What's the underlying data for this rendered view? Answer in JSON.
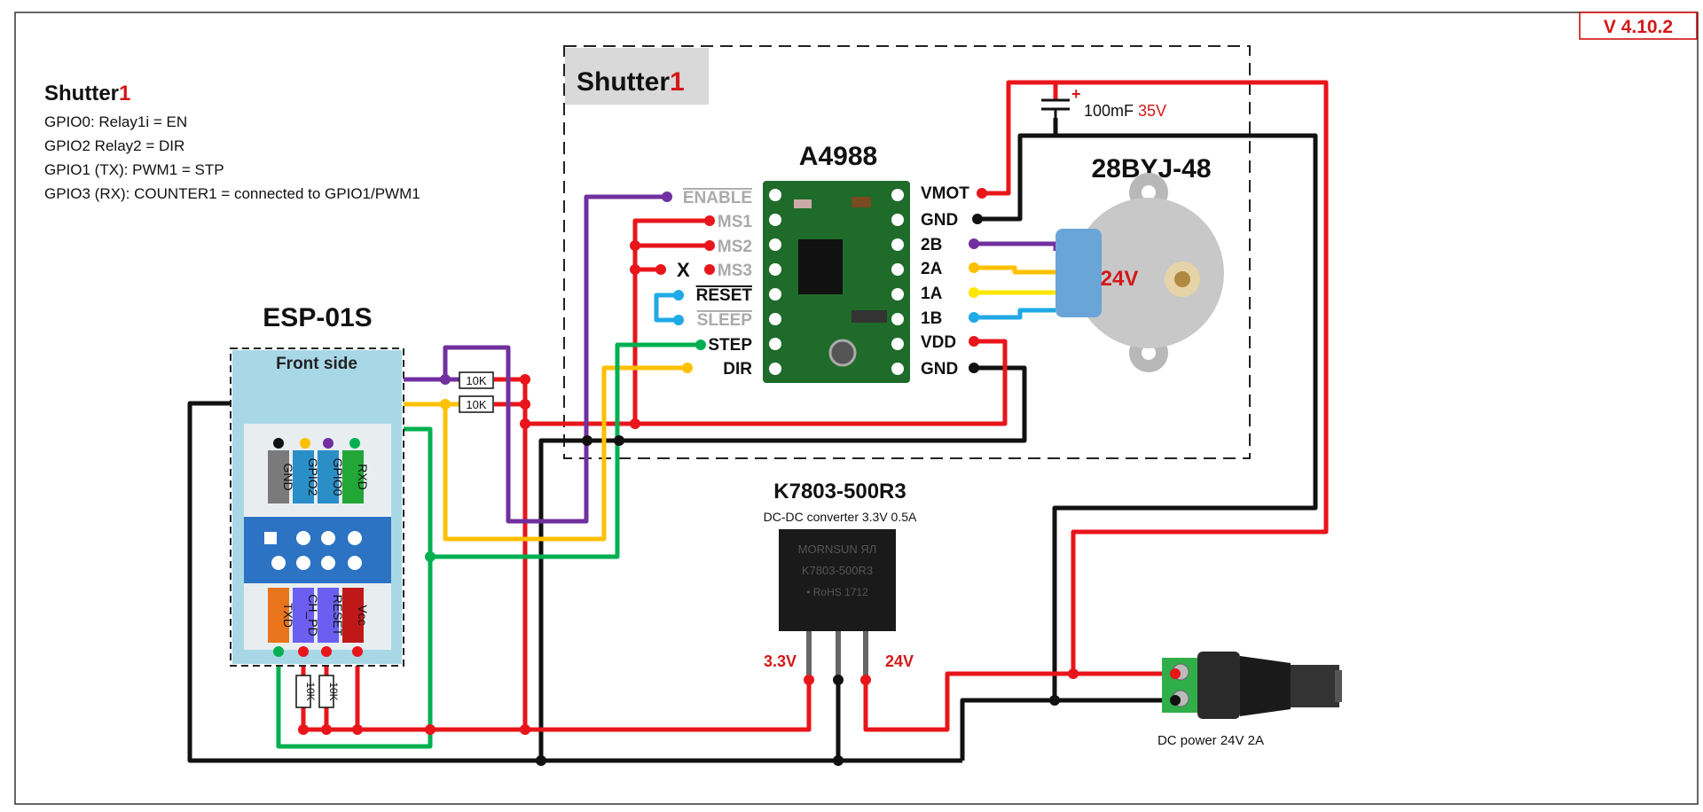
{
  "version": "V 4.10.2",
  "info": {
    "title_text": "Shutter",
    "title_num": "1",
    "lines": [
      "GPIO0: Relay1i = EN",
      "GPIO2  Relay2 = DIR",
      "GPIO1 (TX): PWM1 = STP",
      "GPIO3 (RX): COUNTER1 = connected to GPIO1/PWM1"
    ]
  },
  "shutter_box": {
    "title_text": "Shutter",
    "title_num": "1"
  },
  "esp": {
    "title": "ESP-01S",
    "front": "Front side",
    "top_pins": [
      "GND",
      "GPIO2",
      "GPIO0",
      "RXD"
    ],
    "bottom_pins": [
      "TXD",
      "CH_PD",
      "RESET",
      "Vcc"
    ]
  },
  "resistors": [
    "10K",
    "10K",
    "10K",
    "10K"
  ],
  "driver": {
    "title": "A4988",
    "left_pins": [
      "ENABLE",
      "MS1",
      "MS2",
      "MS3",
      "RESET",
      "SLEEP",
      "STEP",
      "DIR"
    ],
    "right_pins": [
      "VMOT",
      "GND",
      "2B",
      "2A",
      "1A",
      "1B",
      "VDD",
      "GND"
    ],
    "x_mark": "X"
  },
  "capacitor": {
    "label": "100mF",
    "voltage": "35V",
    "plus": "+"
  },
  "motor": {
    "title": "28BYJ-48",
    "voltage": "24V"
  },
  "converter": {
    "title": "K7803-500R3",
    "subtitle": "DC-DC converter  3.3V 0.5A",
    "chip_lines": [
      "MORNSUN ЯЛ",
      "K7803-500R3",
      "• RoHS  1712"
    ],
    "left_volt": "3.3V",
    "right_volt": "24V"
  },
  "power": {
    "label": "DC power  24V 2A"
  },
  "colors": {
    "red": "#e8151b",
    "black": "#111111",
    "purple": "#7030a0",
    "yellow": "#ffc000",
    "green": "#00b050",
    "blue": "#1fa9e6",
    "pale_yellow": "#ffe600",
    "label_red": "#d41818"
  }
}
